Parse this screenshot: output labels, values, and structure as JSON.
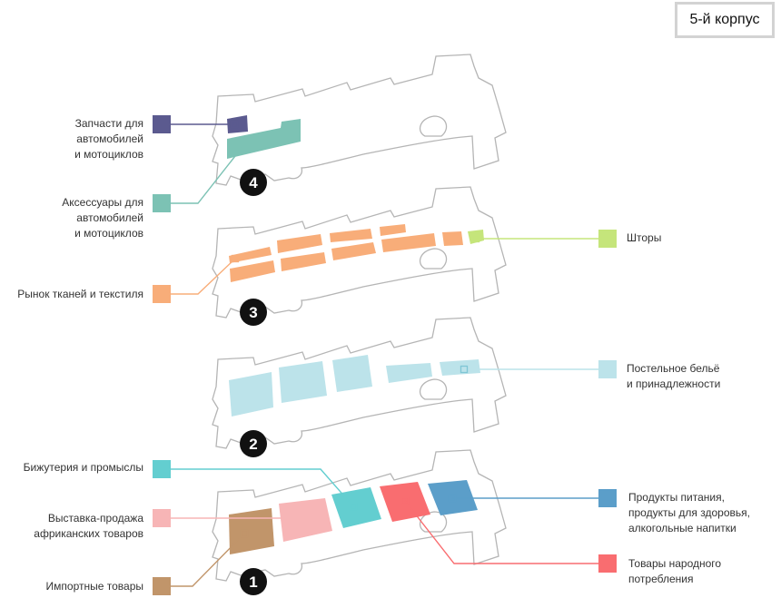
{
  "building_label": "5-й корпус",
  "floor_numbers": [
    "1",
    "2",
    "3",
    "4"
  ],
  "categories": {
    "imported": {
      "label": "Импортные товары",
      "color": "#c1956a"
    },
    "african": {
      "label": "Выставка-продажа\nафриканских товаров",
      "color": "#f7b5b6"
    },
    "jewelry": {
      "label": "Бижутерия и промыслы",
      "color": "#63ced0"
    },
    "consumer": {
      "label": "Товары народного\nпотребления",
      "color": "#f96d70"
    },
    "food": {
      "label": "Продукты питания,\nпродукты для здоровья,\nалкогольные напитки",
      "color": "#5b9ec9"
    },
    "bedding": {
      "label": "Постельное бельё\nи принадлежности",
      "color": "#bce3ea"
    },
    "textile": {
      "label": "Рынок тканей и текстиля",
      "color": "#f8ad79"
    },
    "curtains": {
      "label": "Шторы",
      "color": "#c5e57b"
    },
    "accessories": {
      "label": "Аксессуары для\nавтомобилей\nи мотоциклов",
      "color": "#7cc2b4"
    },
    "parts": {
      "label": "Запчасти для\nавтомобилей\nи мотоциклов",
      "color": "#5b5a8f"
    }
  },
  "outline_color": "#b5b5b5",
  "badge_color": "#111111"
}
